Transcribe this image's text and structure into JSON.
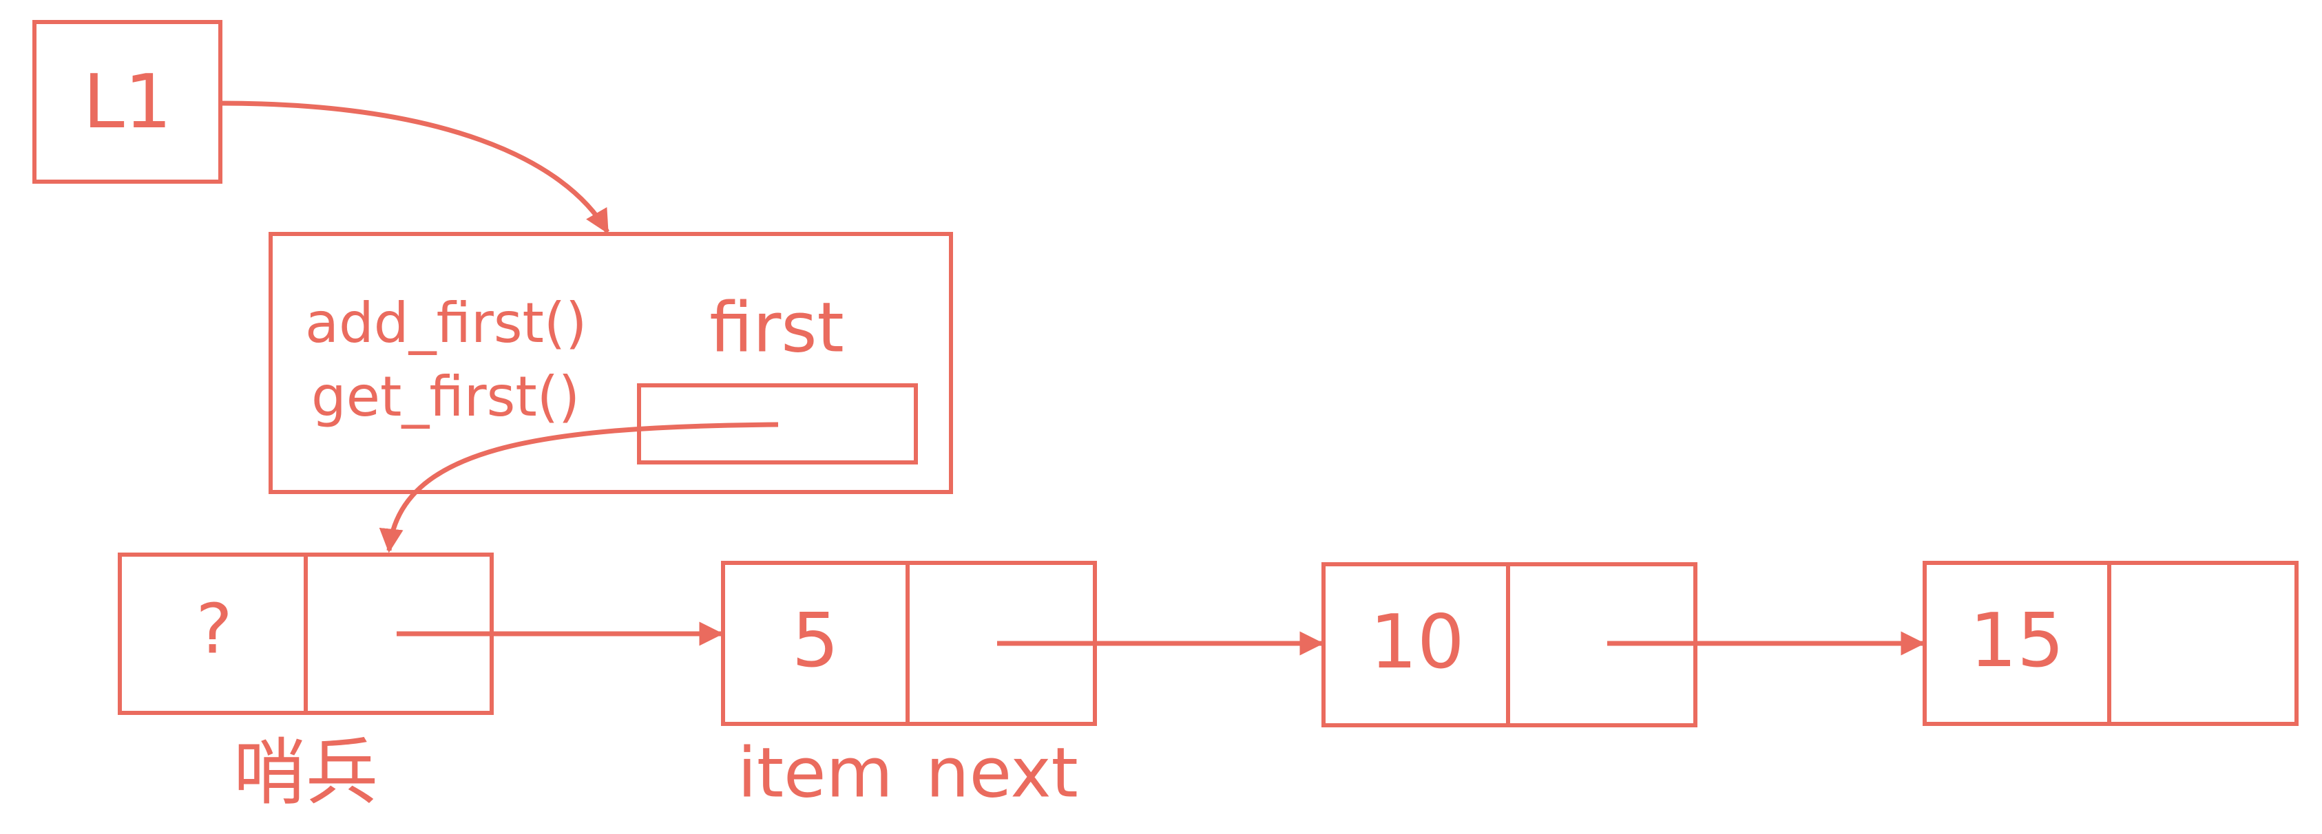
{
  "diagram": {
    "accent_color": "#EA6B5E",
    "variable": {
      "label": "L1"
    },
    "list_object": {
      "methods": [
        "add_first()",
        "get_first()"
      ],
      "field_label": "first"
    },
    "sentinel": {
      "item": "?",
      "caption": "哨兵"
    },
    "nodes": [
      {
        "item": "5"
      },
      {
        "item": "10"
      },
      {
        "item": "15"
      }
    ],
    "field_captions": {
      "item": "item",
      "next": "next"
    }
  }
}
